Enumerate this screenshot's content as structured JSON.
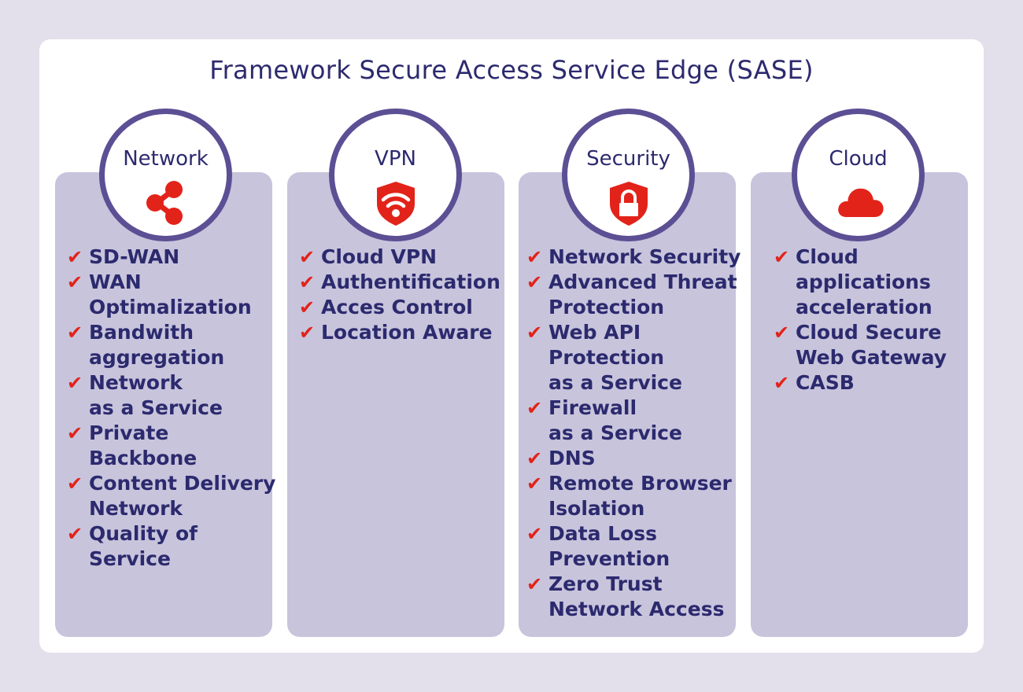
{
  "title": "Framework Secure Access Service Edge (SASE)",
  "colors": {
    "frame": "#e3e0ec",
    "panel": "#c8c4dc",
    "ring": "#5c4f94",
    "text": "#2c2a6e",
    "accent": "#e2231a"
  },
  "check_icon": "check-mark-icon",
  "columns": [
    {
      "label": "Network",
      "icon": "share-icon",
      "items": [
        "SD-WAN",
        "WAN\nOptimalization",
        "Bandwith\naggregation",
        "Network\nas a Service",
        "Private\nBackbone",
        "Content Delivery\nNetwork",
        "Quality of\nService"
      ]
    },
    {
      "label": "VPN",
      "icon": "wifi-shield-icon",
      "items": [
        "Cloud VPN",
        "Authentification",
        "Acces Control",
        "Location Aware"
      ]
    },
    {
      "label": "Security",
      "icon": "lock-shield-icon",
      "items": [
        "Network Security",
        "Advanced Threat\nProtection",
        "Web API\nProtection\nas a Service",
        "Firewall\nas a Service",
        "DNS",
        "Remote Browser\nIsolation",
        "Data Loss\nPrevention",
        "Zero Trust\nNetwork Access"
      ]
    },
    {
      "label": "Cloud",
      "icon": "cloud-icon",
      "items": [
        "Cloud\napplications\nacceleration",
        "Cloud Secure\nWeb Gateway",
        "CASB"
      ]
    }
  ]
}
